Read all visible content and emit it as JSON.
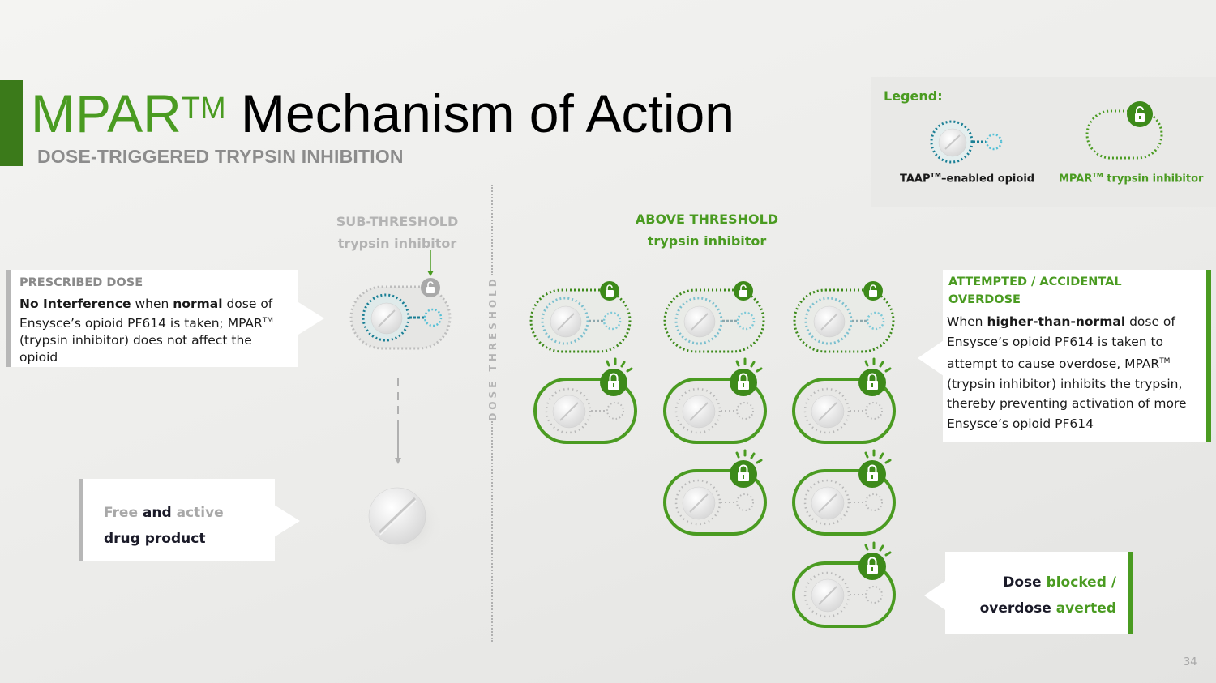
{
  "header": {
    "title_brand": "MPAR",
    "title_tm": "TM",
    "title_rest": "Mechanism of Action",
    "subtitle": "DOSE-TRIGGERED TRYPSIN INHIBITION"
  },
  "legend": {
    "title": "Legend:",
    "items": [
      {
        "label_main": "TAAP",
        "label_tm": "TM",
        "label_rest": "–enabled opioid",
        "icon": "taap-opioid-icon"
      },
      {
        "label_main": "MPAR",
        "label_tm": "TM",
        "label_rest": " trypsin inhibitor",
        "icon": "mpar-inhibitor-icon"
      }
    ]
  },
  "sub_threshold": {
    "line1": "SUB-THRESHOLD",
    "line2": "trypsin inhibitor"
  },
  "above_threshold": {
    "line1": "ABOVE THRESHOLD",
    "line2": "trypsin inhibitor"
  },
  "threshold_label": "DOSE THRESHOLD",
  "prescribed": {
    "heading": "PRESCRIBED DOSE",
    "b1": "No Interference",
    "t1": " when ",
    "b2": "normal",
    "t2": " dose of Ensysce’s opioid PF614 is taken; MPAR",
    "tm": "TM",
    "t3": " (trypsin inhibitor) does not affect the opioid"
  },
  "free_active": {
    "w1": "Free",
    "w2": " and ",
    "w3": "active",
    "w4": "drug product"
  },
  "overdose": {
    "heading_line1": "ATTEMPTED / ACCIDENTAL",
    "heading_line2": "OVERDOSE",
    "t1": "When ",
    "b1": "higher-than-normal",
    "t2": " dose of Ensysce’s opioid PF614 is taken to attempt to cause overdose, MPAR",
    "tm": "TM",
    "t3": " (trypsin inhibitor) inhibits the trypsin, thereby preventing activation of more Ensysce’s opioid PF614"
  },
  "blocked": {
    "w1": "Dose ",
    "w2": "blocked /",
    "w3": "overdose ",
    "w4": "averted"
  },
  "page_number": "34",
  "colors": {
    "brand_green": "#4a9b21",
    "dark_green": "#3b7a1a",
    "teal": "#1a7f95",
    "light_teal": "#56c0d6",
    "grey": "#b3b3b3"
  }
}
